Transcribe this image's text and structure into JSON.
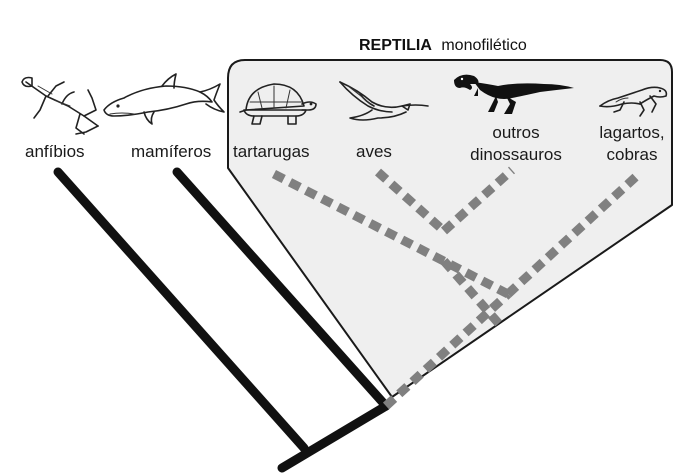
{
  "clade": {
    "name": "REPTILIA",
    "descriptor": "monofilético"
  },
  "taxa": [
    {
      "label": "anfíbios",
      "icon": "frog-icon"
    },
    {
      "label": "mamíferos",
      "icon": "dolphin-icon"
    },
    {
      "label": "tartarugas",
      "icon": "turtle-icon"
    },
    {
      "label": "aves",
      "icon": "bird-icon"
    },
    {
      "label": "outros",
      "label2": "dinossauros",
      "icon": "dinosaur-icon"
    },
    {
      "label": "lagartos,",
      "label2": "cobras",
      "icon": "lizard-icon"
    }
  ],
  "colors": {
    "clade_fill": "#efefef",
    "solid_branch": "#111111",
    "dashed_branch": "#808080"
  }
}
